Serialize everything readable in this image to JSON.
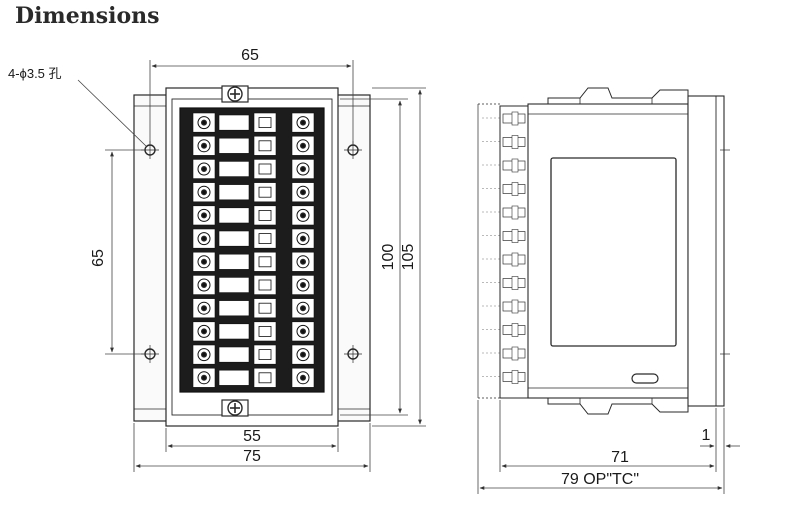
{
  "title": "Dimensions",
  "front_view": {
    "hole_note": "4-ϕ3.5 孔",
    "dim_hole_spacing_horizontal": "65",
    "dim_hole_spacing_vertical": "65",
    "dim_inner_height": "100",
    "dim_outer_height": "105",
    "dim_inner_width": "55",
    "dim_outer_width": "75",
    "terminal_rows": 12
  },
  "side_view": {
    "dim_depth": "71",
    "dim_bezel": "1",
    "dim_total_depth": "79 OP\"TC\""
  },
  "colors": {
    "line": "#2a2a2a",
    "terminal_block": "#1c1c1c",
    "dim_line": "#444444"
  }
}
